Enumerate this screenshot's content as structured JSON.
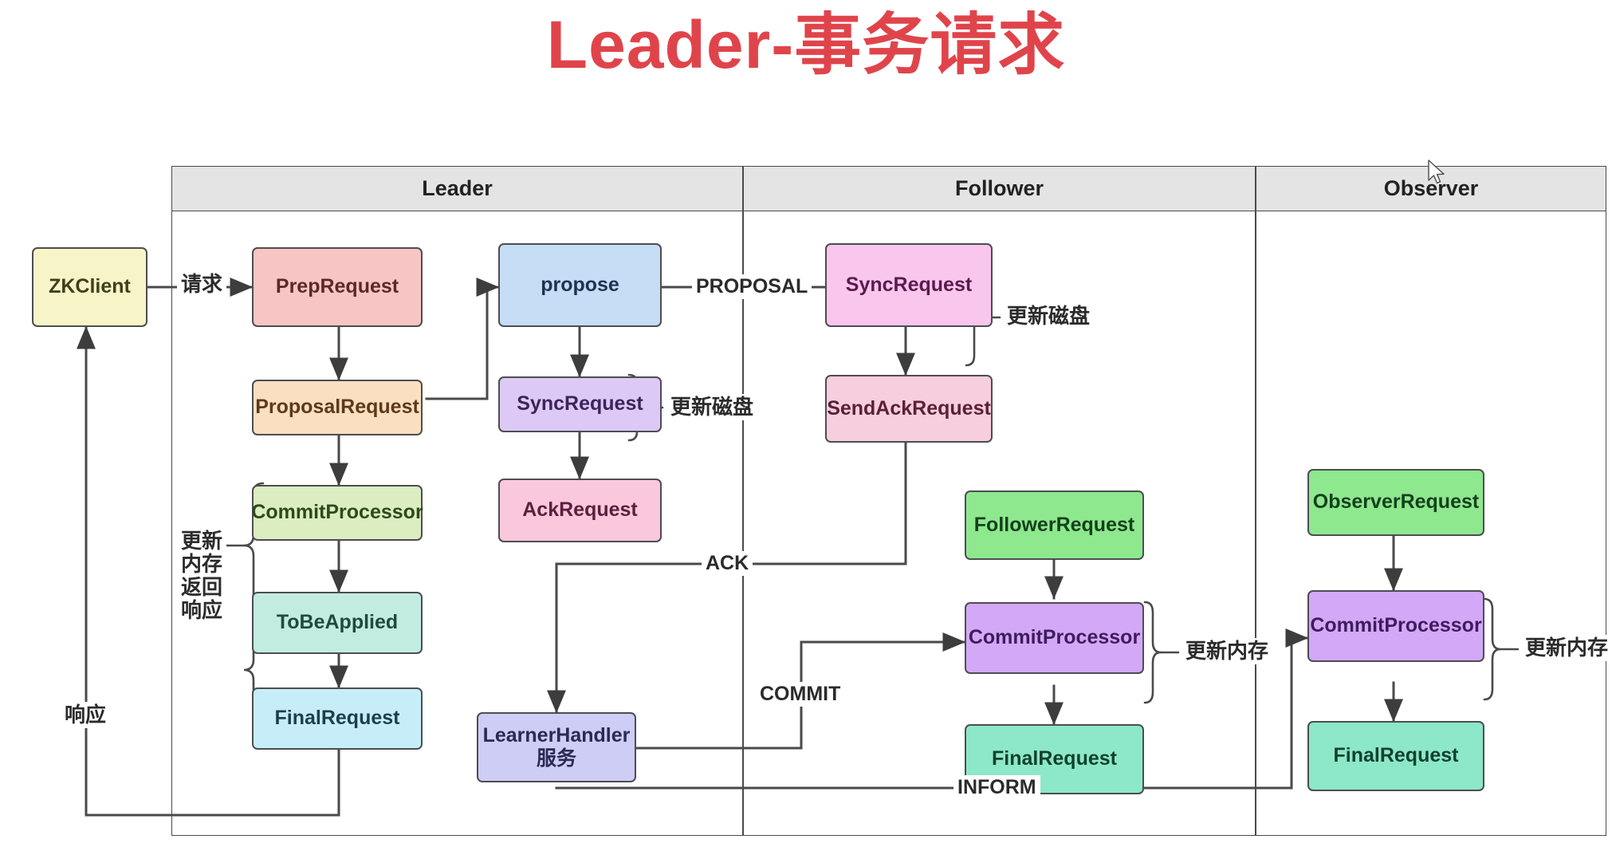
{
  "title": "Leader-事务请求",
  "title_color": "#e0444b",
  "lanes": [
    {
      "name": "Leader",
      "label": "Leader"
    },
    {
      "name": "Follower",
      "label": "Follower"
    },
    {
      "name": "Observer",
      "label": "Observer"
    }
  ],
  "nodes": {
    "zkclient": {
      "label": "ZKClient",
      "fill": "#f7f5c8",
      "text": "#3f3f1e"
    },
    "prep_request": {
      "label": "PrepRequest",
      "fill": "#f7c6c4",
      "text": "#5c2a24"
    },
    "proposal_request": {
      "label": "ProposalRequest",
      "fill": "#fadfc0",
      "text": "#5c3a18"
    },
    "commit_processor_l": {
      "label": "CommitProcessor",
      "fill": "#dcedc2",
      "text": "#2d4a1c"
    },
    "to_be_applied": {
      "label": "ToBeApplied",
      "fill": "#c3ece0",
      "text": "#1e4a40"
    },
    "final_request_l": {
      "label": "FinalRequest",
      "fill": "#c7eef8",
      "text": "#1c3f4d"
    },
    "propose": {
      "label": "propose",
      "fill": "#c5ddf5",
      "text": "#1c3450"
    },
    "sync_request_l": {
      "label": "SyncRequest",
      "fill": "#ddc9f5",
      "text": "#3c2459"
    },
    "ack_request": {
      "label": "AckRequest",
      "fill": "#f9c8dd",
      "text": "#5a1f3c"
    },
    "learner_handler": {
      "label": "LearnerHandler\n服务",
      "fill": "#cdcdf5",
      "text": "#2a2a55"
    },
    "sync_request_f": {
      "label": "SyncRequest",
      "fill": "#f9c6ee",
      "text": "#5a1b4c"
    },
    "send_ack_request": {
      "label": "SendAckRequest",
      "fill": "#f7cedd",
      "text": "#5a2038"
    },
    "follower_request": {
      "label": "FollowerRequest",
      "fill": "#8ee88e",
      "text": "#14401c"
    },
    "commit_processor_f": {
      "label": "CommitProcessor",
      "fill": "#d3a8f7",
      "text": "#3e1c5e"
    },
    "final_request_f": {
      "label": "FinalRequest",
      "fill": "#8ce8c8",
      "text": "#12402f"
    },
    "observer_request": {
      "label": "ObserverRequest",
      "fill": "#8ee88e",
      "text": "#14401c"
    },
    "commit_processor_o": {
      "label": "CommitProcessor",
      "fill": "#d3a8f7",
      "text": "#3e1c5e"
    },
    "final_request_o": {
      "label": "FinalRequest",
      "fill": "#8ce8c8",
      "text": "#12402f"
    }
  },
  "edge_labels": {
    "request": "请求",
    "response": "响应",
    "update_mem_return": "更新\n内存\n返回\n响应",
    "update_disk_leader": "更新磁盘",
    "update_disk_follower": "更新磁盘",
    "update_mem_follower": "更新内存",
    "update_mem_observer": "更新内存",
    "proposal": "PROPOSAL",
    "ack": "ACK",
    "commit": "COMMIT",
    "inform": "INFORM"
  },
  "diagram_meta": {
    "line_color": "#4a4a4a",
    "lane_header_fill": "#e4e4e4",
    "background": "#ffffff"
  }
}
